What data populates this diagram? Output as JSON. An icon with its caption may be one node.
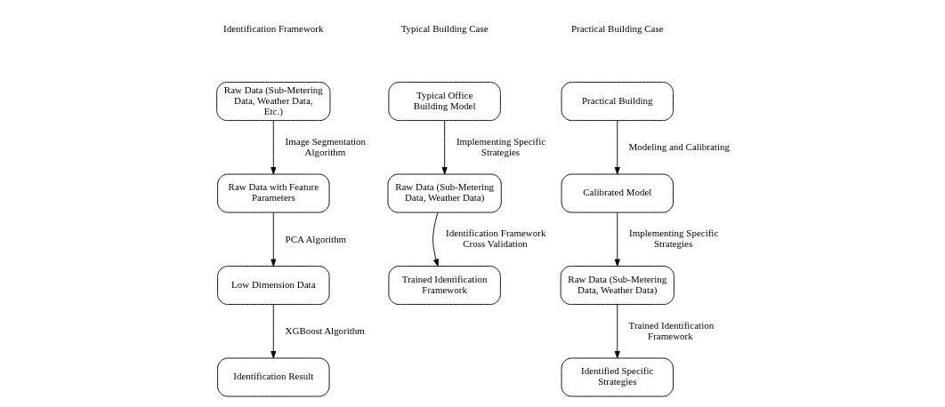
{
  "diagram": {
    "nodes": [
      {
        "text": [
          "Raw Data (Sub-Metering Data, Weather Data, Etc.)"
        ]
      },
      {
        "text": [
          "Raw Data with Feature Parameters"
        ]
      },
      {
        "text": [
          "Low Dimension Data"
        ]
      },
      {
        "text": [
          "Identification Result"
        ]
      },
      {
        "text": [
          "Typical Office Building Model"
        ]
      },
      {
        "text": [
          "Raw Data (Sub-Metering Data, Weather Data)"
        ]
      },
      {
        "text": [
          "Trained Identification Framework"
        ]
      },
      {
        "text": [
          "Practical Building"
        ]
      },
      {
        "text": [
          "Calibrated Model"
        ]
      },
      {
        "text": [
          "Raw Data (Sub-Metering Data, Weather Data)"
        ]
      },
      {
        "text": [
          "Identified Specific Strategies"
        ]
      }
    ],
    "edges": [
      {
        "from": 0,
        "to": 1,
        "arrow": "to",
        "label": "Image Segmentation Algorithm"
      },
      {
        "from": 1,
        "to": 2,
        "arrow": "to",
        "label": "PCA Algorithm"
      },
      {
        "from": 2,
        "to": 3,
        "arrow": "to",
        "label": "XGBoost Algorithm"
      },
      {
        "from": 4,
        "to": 5,
        "arrow": "to",
        "label": "Implementing Specific Strategies"
      },
      {
        "from": 5,
        "to": 6,
        "arrow": "to",
        "label": "Identification Framework Cross Validation"
      },
      {
        "from": 7,
        "to": 8,
        "arrow": "to",
        "label": "Modeling and Calibrating"
      },
      {
        "from": 8,
        "to": 9,
        "arrow": "to",
        "label": "Implementing Specific Strategies"
      },
      {
        "from": 9,
        "to": 10,
        "arrow": "to",
        "label": "Trained Identification Framework"
      }
    ],
    "labels": [
      "Identification Framework",
      "Typical Building Case",
      "Practical Building Case"
    ]
  }
}
